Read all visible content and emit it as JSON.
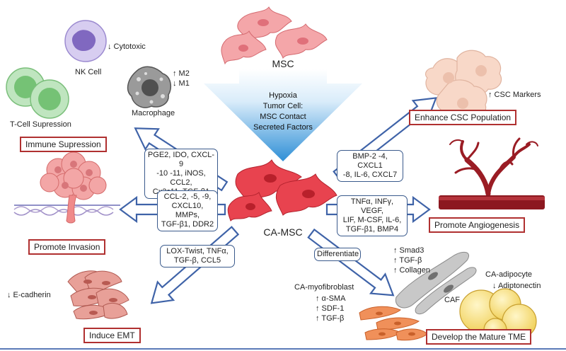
{
  "colors": {
    "arrow_fill": "#ffffff",
    "arrow_stroke": "#3f63a8",
    "title_box_border": "#b03030",
    "factor_box_border": "#3a5a8c",
    "funnel_top": "#ffffff",
    "funnel_bottom": "#2f8fd6",
    "msc_cell": "#f2a3a6",
    "ca_msc_cell": "#e43a48"
  },
  "center": {
    "msc_label": "MSC",
    "inputs": [
      "Hypoxia",
      "Tumor Cell:",
      "MSC Contact",
      "Secreted Factors"
    ],
    "ca_msc_label": "CA-MSC",
    "differentiate_label": "Differentiate"
  },
  "outcomes": {
    "immune": "Immune Supression",
    "csc": "Enhance CSC Population",
    "angio": "Promote Angiogenesis",
    "invasion": "Promote Invasion",
    "emt": "Induce EMT",
    "tme": "Develop the Mature TME"
  },
  "factors": {
    "immune": [
      "PGE2, IDO, CXCL-9",
      "-10 -11, iNOS, CCL2,",
      "Cx3c11, TGF-β1"
    ],
    "csc": [
      "BMP-2 -4, CXCL1",
      "-8, IL-6, CXCL7"
    ],
    "invasion": [
      "CCL-2, -5, -9,",
      "CXCL10, MMPs,",
      "TGF-β1, DDR2"
    ],
    "angio": [
      "TNFα, INFγ, VEGF,",
      "LIF, M-CSF, IL-6,",
      "TGF-β1, BMP4"
    ],
    "emt": [
      "LOX-Twist, TNFα,",
      "TGF-β, CCL5"
    ]
  },
  "labels": {
    "nk_cell": "NK Cell",
    "cytotoxic": "↓ Cytotoxic",
    "macrophage": "Macrophage",
    "m2": "↑ M2",
    "m1": "↓ M1",
    "tcell": "T-Cell Supression",
    "csc_markers": "↑ CSC Markers",
    "e_cadherin": "↓ E-cadherin",
    "smad3": "↑ Smad3",
    "tgfb_caf": "↑ TGF-β",
    "collagen": "↑ Collagen",
    "caf": "CAF",
    "ca_adipocyte": "CA-adipocyte",
    "adiptonectin": "↓ Adiptonectin",
    "ca_myofibroblast": "CA-myofibroblast",
    "asma": "↑ α-SMA",
    "sdf1": "↑ SDF-1",
    "tgfb_myo": "↑ TGF-β"
  }
}
